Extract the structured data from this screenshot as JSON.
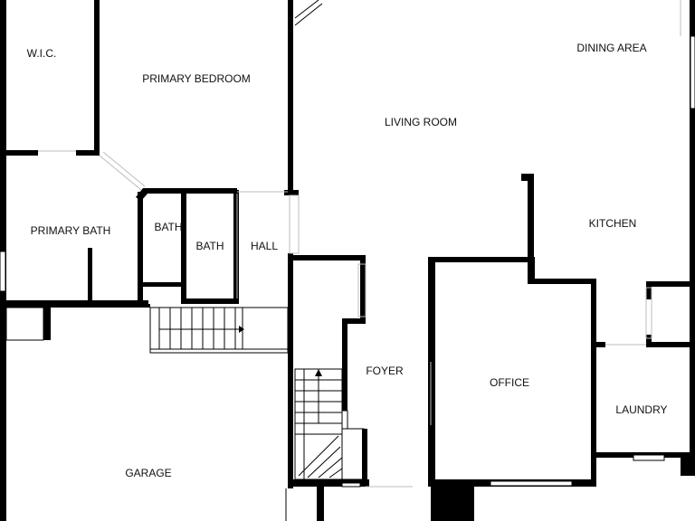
{
  "rooms": {
    "wic": "W.I.C.",
    "primary_bedroom": "PRIMARY BEDROOM",
    "living_room": "LIVING ROOM",
    "dining_area": "DINING AREA",
    "kitchen": "KITCHEN",
    "primary_bath": "PRIMARY BATH",
    "bath_1": "BATH",
    "bath_2": "BATH",
    "hall": "HALL",
    "foyer": "FOYER",
    "office": "OFFICE",
    "laundry": "LAUNDRY",
    "garage": "GARAGE"
  },
  "colors": {
    "wall": "#000000",
    "background": "#ffffff",
    "door_swing": "#bdbdbd"
  }
}
